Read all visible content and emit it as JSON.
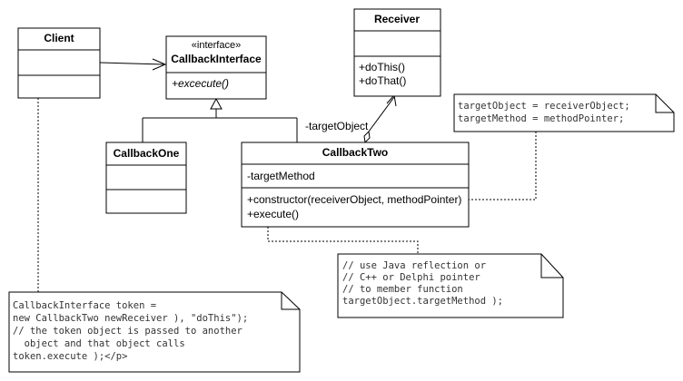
{
  "classes": {
    "client": {
      "name": "Client",
      "stereotype": "",
      "attributes": [],
      "operations": []
    },
    "callback_interface": {
      "name": "CallbackInterface",
      "stereotype": "«interface»",
      "attributes": [],
      "operations": [
        "+excecute()"
      ]
    },
    "receiver": {
      "name": "Receiver",
      "stereotype": "",
      "attributes": [],
      "operations": [
        "+doThis()",
        "+doThat()"
      ]
    },
    "callback_one": {
      "name": "CallbackOne",
      "stereotype": "",
      "attributes": [],
      "operations": []
    },
    "callback_two": {
      "name": "CallbackTwo",
      "stereotype": "",
      "attributes": [
        "-targetMethod"
      ],
      "operations": [
        "+constructor(receiverObject, methodPointer)",
        "+execute()"
      ]
    }
  },
  "associations": {
    "target_object_role": "-targetObject"
  },
  "notes": {
    "target_note": [
      "targetObject = receiverObject;",
      "targetMethod = methodPointer;"
    ],
    "reflection_note": [
      "// use Java reflection or",
      "// C++ or Delphi pointer",
      "// to member function",
      "targetObject.targetMethod );"
    ],
    "client_note": [
      "CallbackInterface token =",
      "new CallbackTwo newReceiver ), \"doThis\");",
      "// the token object is passed to another",
      "  object and that object calls",
      "token.execute );</p>"
    ]
  }
}
